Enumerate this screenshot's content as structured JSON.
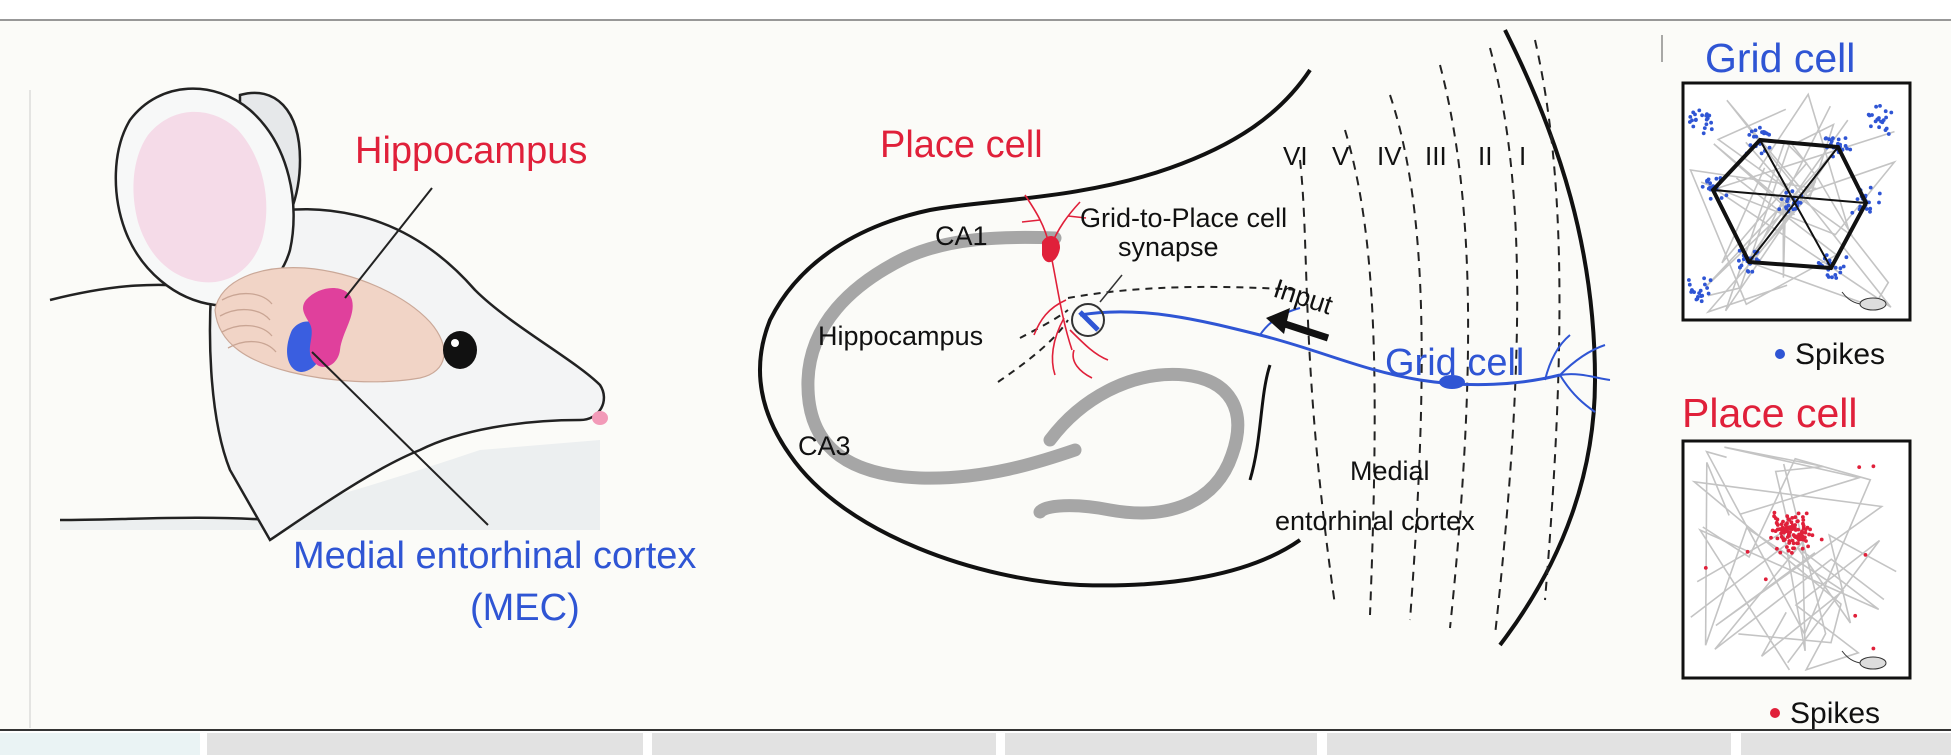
{
  "panels": {
    "mouse": {
      "hippocampus_label": "Hippocampus",
      "mec_label_line1": "Medial entorhinal cortex",
      "mec_label_line2": "(MEC)"
    },
    "circuit": {
      "place_cell_label": "Place cell",
      "ca1_label": "CA1",
      "ca3_label": "CA3",
      "hippocampus_label": "Hippocampus",
      "synapse_label_line1": "Grid-to-Place cell",
      "synapse_label_line2": "synapse",
      "input_label": "Input",
      "grid_cell_label": "Grid cell",
      "mec_label_line1": "Medial",
      "mec_label_line2": "entorhinal cortex",
      "layers": [
        "VI",
        "V",
        "IV",
        "III",
        "II",
        "I"
      ]
    },
    "grid_field": {
      "title": "Grid cell",
      "legend": "Spikes"
    },
    "place_field": {
      "title": "Place cell",
      "legend": "Spikes"
    }
  },
  "colors": {
    "place_red": "#e0203a",
    "grid_blue": "#2f55d4",
    "hippocampus_magenta": "#e0409c",
    "mec_blue": "#3a5ee0",
    "background": "#fbfbf8"
  }
}
